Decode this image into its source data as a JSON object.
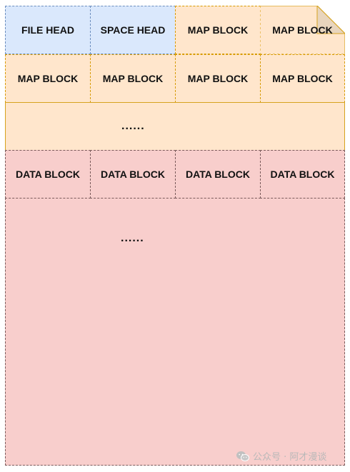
{
  "row1": [
    "FILE HEAD",
    "SPACE HEAD",
    "MAP BLOCK",
    "MAP BLOCK"
  ],
  "row2": [
    "MAP BLOCK",
    "MAP BLOCK",
    "MAP BLOCK",
    "MAP BLOCK"
  ],
  "map_ellipsis": "......",
  "row4": [
    "DATA BLOCK",
    "DATA BLOCK",
    "DATA BLOCK",
    "DATA BLOCK"
  ],
  "data_ellipsis": "......",
  "watermark": "公众号 · 阿才漫谈",
  "colors": {
    "head_fill": "#dae8fc",
    "map_fill": "#ffe6cc",
    "data_fill": "#f8cecc",
    "map_border": "#d79b00"
  }
}
